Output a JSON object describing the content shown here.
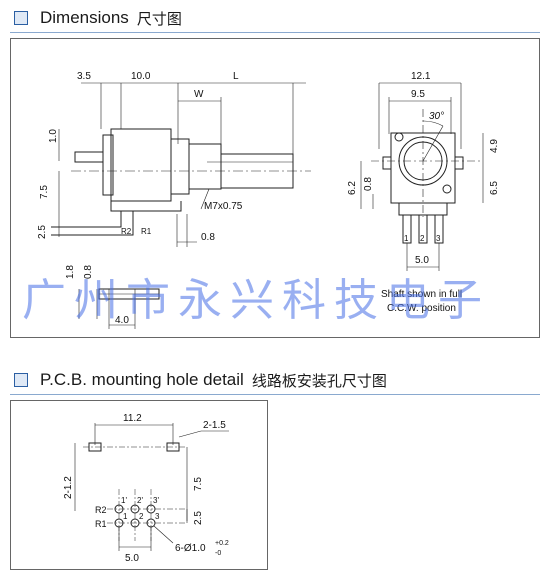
{
  "sections": {
    "dimensions": {
      "title_en": "Dimensions",
      "title_cn": "尺寸图"
    },
    "pcb": {
      "title_en": "P.C.B. mounting hole detail",
      "title_cn": "线路板安装孔尺寸图"
    }
  },
  "watermark": "广州市永兴科技电子",
  "side_view": {
    "dim_3_5": "3.5",
    "dim_10_0": "10.0",
    "dim_L": "L",
    "dim_W": "W",
    "dim_1_0": "1.0",
    "dim_7_5": "7.5",
    "dim_2_5": "2.5",
    "label_R2": "R2",
    "label_R1": "R1",
    "thread": "M7x0.75",
    "dim_0_8": "0.8"
  },
  "front_view": {
    "dim_12_1": "12.1",
    "dim_9_5": "9.5",
    "angle": "30°",
    "dim_4_9": "4.9",
    "dim_6_2": "6.2",
    "dim_0_8": "0.8",
    "dim_6_5": "6.5",
    "pin_1": "1",
    "pin_2": "2",
    "pin_3": "3",
    "dim_5_0": "5.0",
    "note_line1": "Shaft shown in full",
    "note_line2": "C.C.W. position"
  },
  "bottom_view": {
    "dim_1_8": "1.8",
    "dim_0_8": "0.8",
    "dim_4_0": "4.0"
  },
  "pcb_detail": {
    "dim_11_2": "11.2",
    "dim_2_1_5": "2-1.5",
    "dim_2_1_2": "2-1.2",
    "dim_7_5": "7.5",
    "dim_2_5": "2.5",
    "dim_5_0": "5.0",
    "label_R2": "R2",
    "label_R1": "R1",
    "hole_1p": "1'",
    "hole_2p": "2'",
    "hole_3p": "3'",
    "hole_1": "1",
    "hole_2": "2",
    "hole_3": "3",
    "hole_spec": "6-Ø1.0",
    "tol_plus": "+0.2",
    "tol_minus": "-0"
  }
}
